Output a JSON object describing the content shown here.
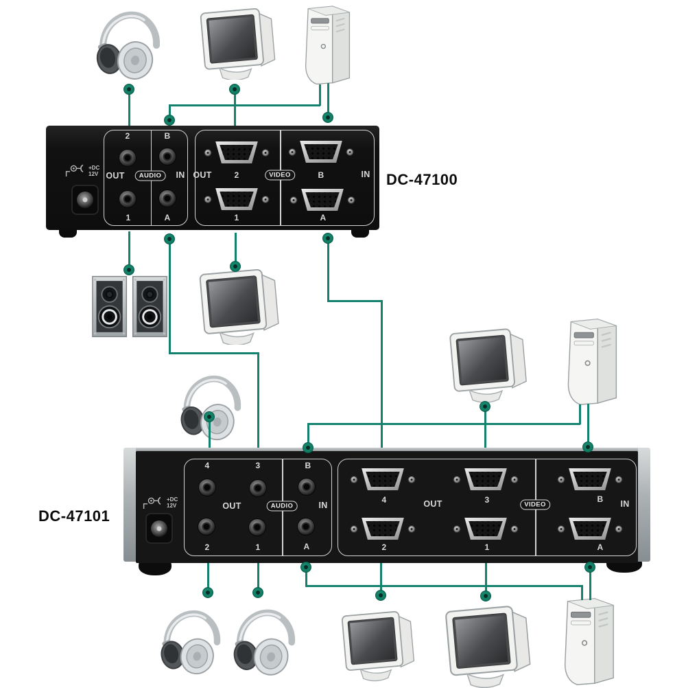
{
  "colors": {
    "cable": "#12826E",
    "junction_dot_ring": "#0E7A61",
    "junction_dot_core": "#0A2B24",
    "device_body": "#141414",
    "panel_outline": "#D4D4D4",
    "silver_cap": "#B0B5B7",
    "port_label": "#DADADA",
    "model_text": "#0B0B0B"
  },
  "devices": {
    "top": {
      "model": "DC-47100",
      "power": {
        "plus_dc": "+DC",
        "volt": "12V"
      },
      "audio": {
        "out": "OUT",
        "badge": "AUDIO",
        "in": "IN",
        "top_left": "2",
        "top_right": "B",
        "bottom_left": "1",
        "bottom_right": "A"
      },
      "video": {
        "out": "OUT",
        "badge": "VIDEO",
        "in": "IN",
        "top_left": "2",
        "top_right": "B",
        "bottom_left": "1",
        "bottom_right": "A"
      }
    },
    "bottom": {
      "model": "DC-47101",
      "power": {
        "plus_dc": "+DC",
        "volt": "12V"
      },
      "audio": {
        "out": "OUT",
        "badge": "AUDIO",
        "in": "IN",
        "top": [
          "4",
          "3",
          "B"
        ],
        "bottom": [
          "2",
          "1",
          "A"
        ]
      },
      "video": {
        "out": "OUT",
        "badge": "VIDEO",
        "in": "IN",
        "top": [
          "4",
          "3",
          "B"
        ],
        "bottom": [
          "2",
          "1",
          "A"
        ]
      }
    }
  },
  "peripherals": {
    "top_row": [
      "headphones",
      "crt-monitor",
      "computer-tower"
    ],
    "middle_row": [
      "speakers",
      "crt-monitor",
      "headphones",
      "crt-monitor",
      "computer-tower"
    ],
    "bottom_row": [
      "headphones",
      "headphones",
      "crt-monitor",
      "crt-monitor",
      "computer-tower"
    ]
  }
}
